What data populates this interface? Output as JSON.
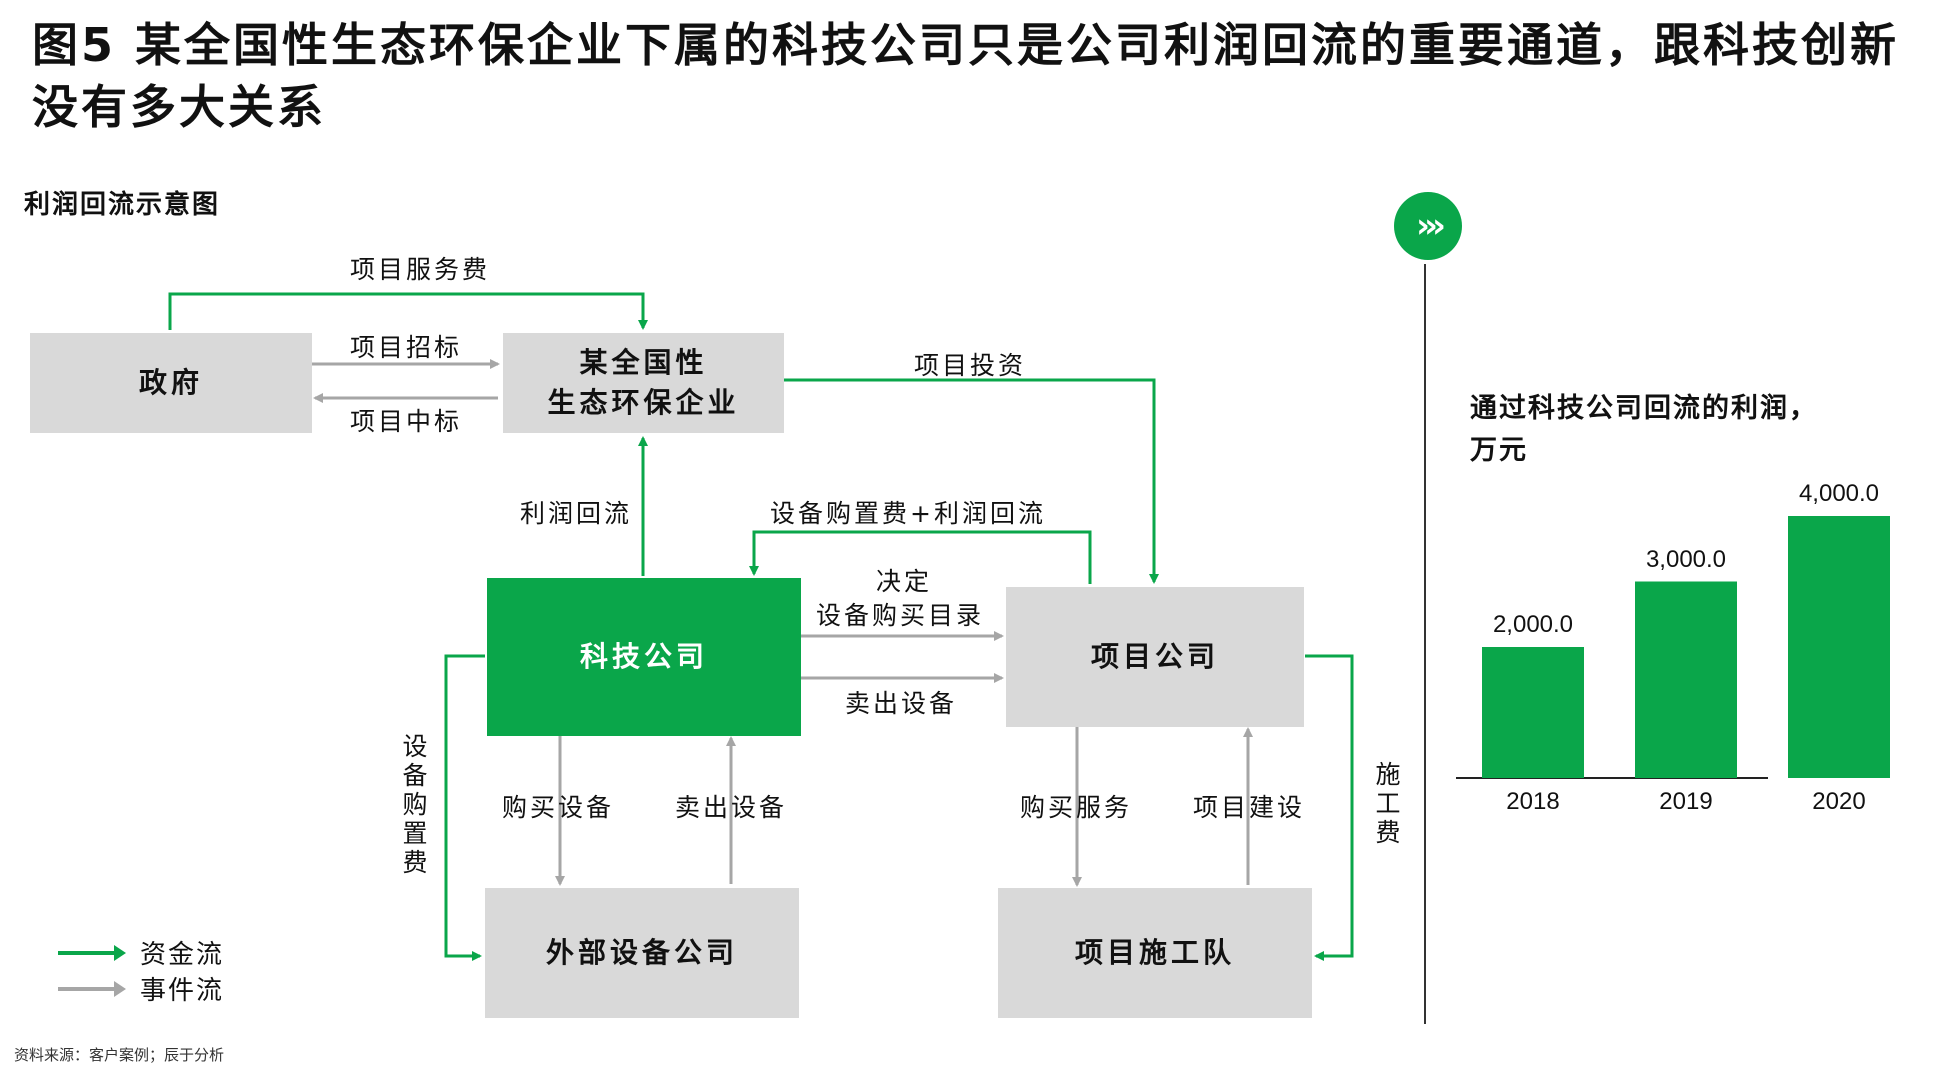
{
  "title": "图5 某全国性生态环保企业下属的科技公司只是公司利润回流的重要通道，跟科技创新没有多大关系",
  "subtitle": "利润回流示意图",
  "colors": {
    "money_flow": "#0aa64a",
    "event_flow": "#a6a6a6",
    "box_gray": "#d9d9d9",
    "box_green": "#0aa64a"
  },
  "nodes": {
    "government": "政府",
    "enterprise_line1": "某全国性",
    "enterprise_line2": "生态环保企业",
    "tech_company": "科技公司",
    "project_company": "项目公司",
    "external_equipment": "外部设备公司",
    "construction_team": "项目施工队"
  },
  "edges": {
    "project_service_fee": "项目服务费",
    "project_bidding": "项目招标",
    "project_winning": "项目中标",
    "project_investment": "项目投资",
    "profit_return": "利润回流",
    "equipment_fee_profit": "设备购置费+利润回流",
    "decide": "决定",
    "equipment_catalog": "设备购买目录",
    "sell_equipment_right": "卖出设备",
    "buy_equipment": "购买设备",
    "sell_equipment_left": "卖出设备",
    "buy_service": "购买服务",
    "project_construction": "项目建设",
    "equipment_purchase_fee_vertical": "设备购置费",
    "construction_fee_vertical": "施工费"
  },
  "legend": {
    "money": "资金流",
    "event": "事件流"
  },
  "side_icon": "chevrons-right-icon",
  "chart_title_line1": "通过科技公司回流的利润，",
  "chart_title_line2": "万元",
  "chart_data": {
    "type": "bar",
    "title": "通过科技公司回流的利润，万元",
    "categories": [
      "2018",
      "2019",
      "2020"
    ],
    "values": [
      2000.0,
      3000.0,
      4000.0
    ],
    "value_labels": [
      "2,000.0",
      "3,000.0",
      "4,000.0"
    ],
    "color": "#0aa64a",
    "ylim": [
      0,
      4000
    ]
  },
  "source": "资料来源：客户案例；辰于分析"
}
